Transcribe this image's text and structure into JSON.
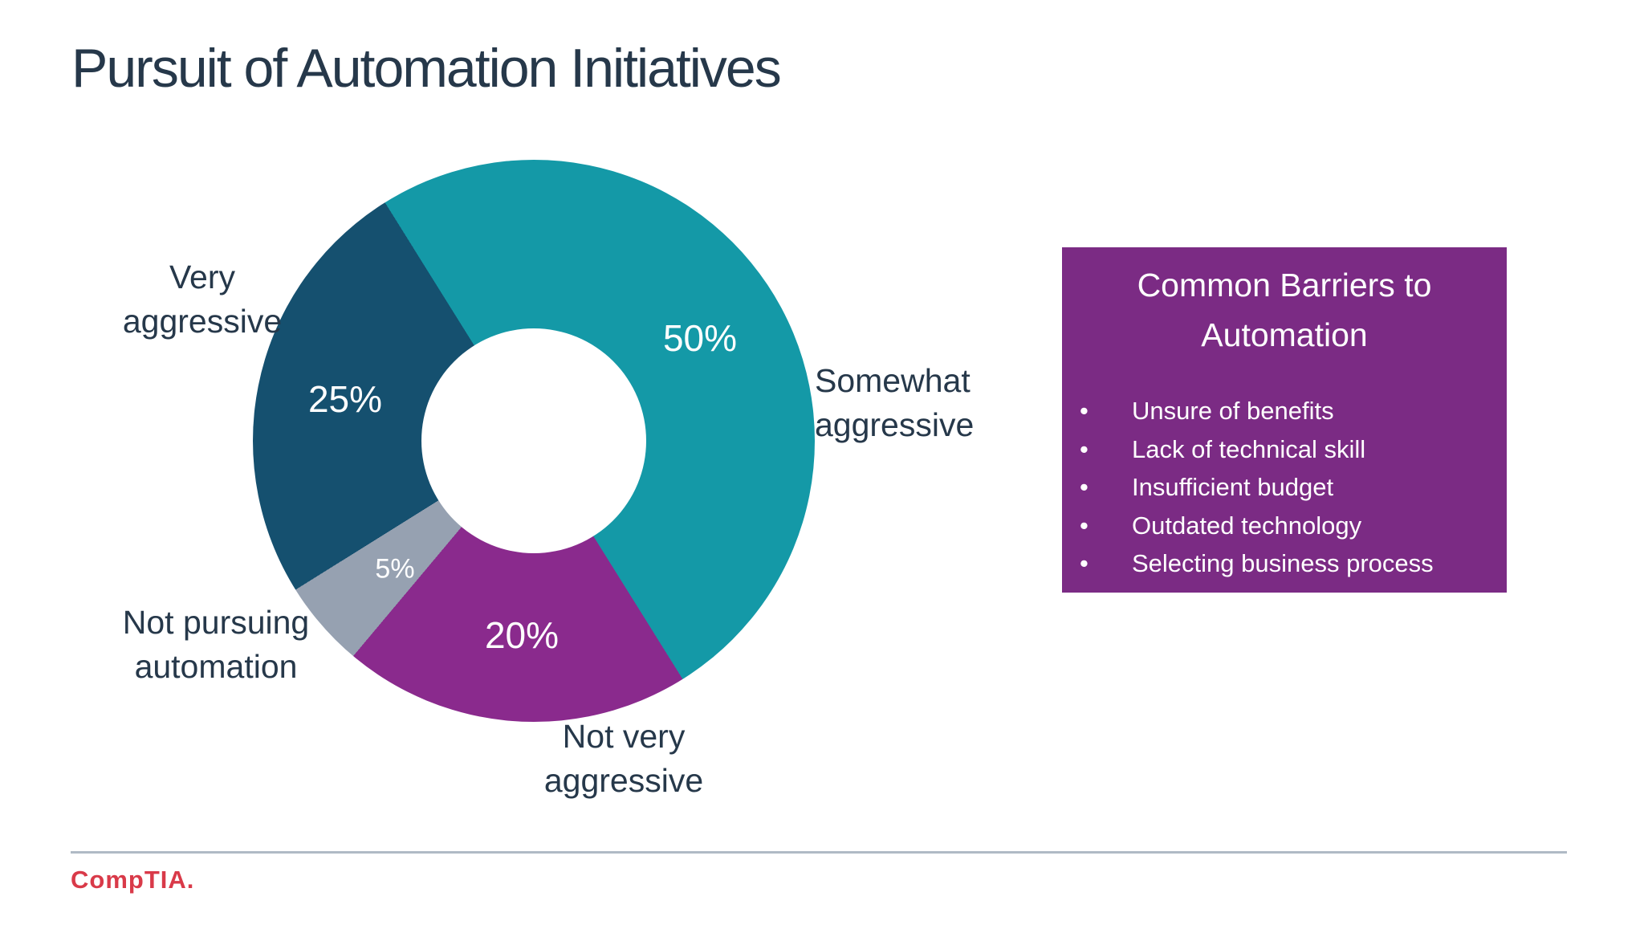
{
  "slide": {
    "title": "Pursuit of Automation Initiatives",
    "title_color": "#26384A",
    "background_color": "#FFFFFF",
    "footer": {
      "logo_text": "CompTIA.",
      "logo_color": "#D93A49",
      "divider_color": "#B0BAC5"
    }
  },
  "chart_data": {
    "type": "pie",
    "subtype": "donut",
    "title": "Pursuit of Automation Initiatives",
    "start_angle_deg": -32,
    "direction": "clockwise",
    "inner_radius_ratio": 0.4,
    "legend_position": "callout-labels",
    "value_label_color": "#FFFFFF",
    "callout_label_color": "#26384A",
    "slices": [
      {
        "label": "Somewhat aggressive",
        "value": 50,
        "data_label": "50%",
        "color": "#1499A7"
      },
      {
        "label": "Not very aggressive",
        "value": 20,
        "data_label": "20%",
        "color": "#8A2A8D"
      },
      {
        "label": "Not pursuing automation",
        "value": 5,
        "data_label": "5%",
        "color": "#96A1B1"
      },
      {
        "label": "Very aggressive",
        "value": 25,
        "data_label": "25%",
        "color": "#15506F"
      }
    ],
    "callouts": {
      "very": {
        "line1": "Very",
        "line2": "aggressive"
      },
      "somewhat": {
        "line1": "Somewhat",
        "line2": "aggressive"
      },
      "not_pursuing": {
        "line1": "Not pursuing",
        "line2": "automation"
      },
      "not_very": {
        "line1": "Not very",
        "line2": "aggressive"
      }
    }
  },
  "barriers_box": {
    "title_line1": "Common Barriers to",
    "title_line2": "Automation",
    "bullet_glyph": "•",
    "items": [
      "Unsure of benefits",
      "Lack of technical skill",
      "Insufficient budget",
      "Outdated technology",
      "Selecting business process"
    ],
    "bg_color": "#7B2B84",
    "text_color": "#FFFFFF"
  }
}
